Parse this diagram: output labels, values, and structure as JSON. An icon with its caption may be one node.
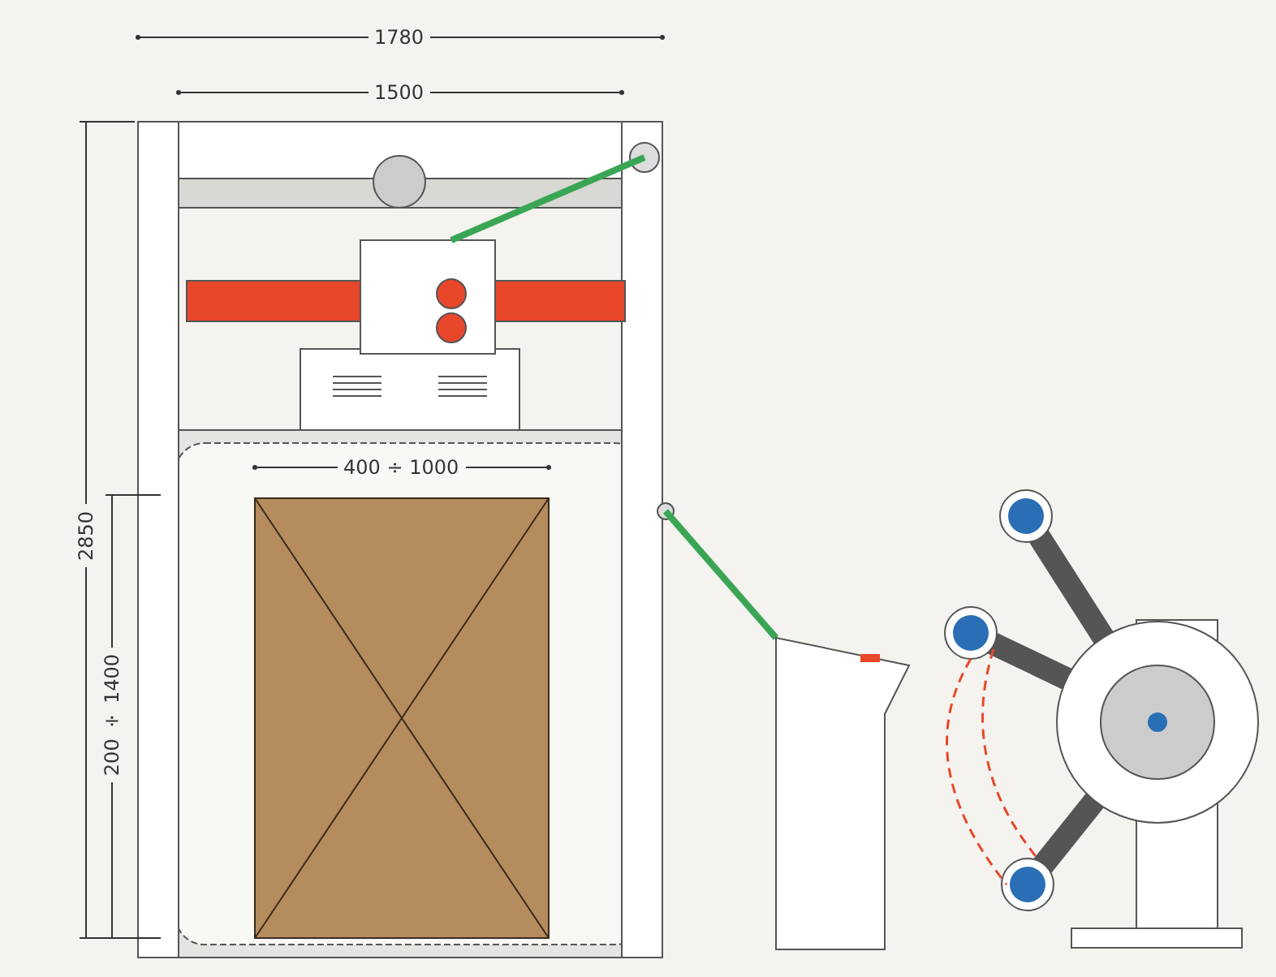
{
  "diagram": {
    "labels": [
      "1780",
      "1500",
      "2850",
      "400 ÷ 1000",
      "200 ÷ 1400"
    ]
  }
}
